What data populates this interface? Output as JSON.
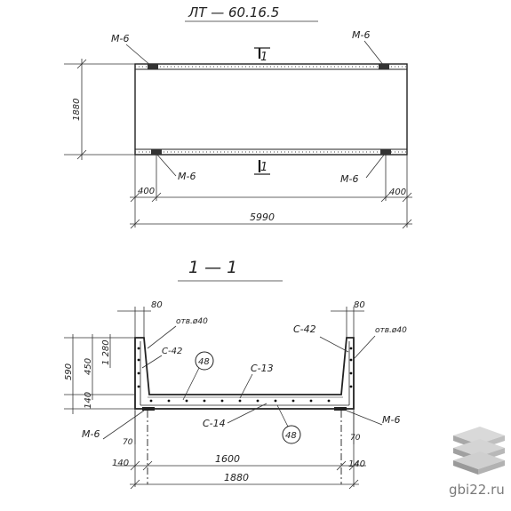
{
  "sheet": {
    "title": "ЛТ — 60.16.5",
    "section_title": "1 — 1"
  },
  "plan": {
    "labels": {
      "m6_top_left": "М-6",
      "m6_top_right": "М-6",
      "m6_bottom_left": "М-6",
      "m6_bottom_right": "М-6",
      "cut_mark_top": "1",
      "cut_mark_bottom": "1"
    },
    "dimensions": {
      "height": "1880",
      "left_offset": "400",
      "right_offset": "400",
      "length": "5990"
    }
  },
  "section": {
    "labels": {
      "wall_left": "80",
      "wall_right": "80",
      "hole_left": "отв.ø40",
      "hole_right": "отв.ø40",
      "c42_left": "С-42",
      "c42_right": "С-42",
      "c13": "С-13",
      "c14": "С-14",
      "callout_top": "48",
      "callout_bottom": "48",
      "m6_left": "М-6",
      "m6_right": "М-6"
    },
    "dimensions": {
      "total_height": "590",
      "inner_height": "450",
      "slab_thickness": "140",
      "top_step": "1 280",
      "leg_left": "70",
      "leg_right": "70",
      "edge_left": "140",
      "inner_width": "1600",
      "edge_right": "140",
      "total_width": "1880"
    }
  },
  "watermark": {
    "text": "gbi22.ru"
  }
}
